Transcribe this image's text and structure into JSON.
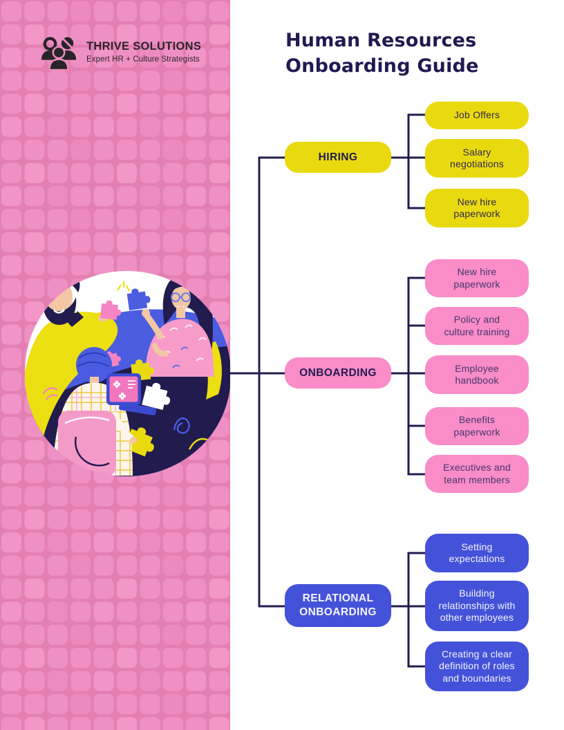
{
  "logo": {
    "name": "THRIVE SOLUTIONS",
    "tagline": "Expert HR + Culture Strategists",
    "icon": "three-people-icon"
  },
  "title": {
    "line1": "Human Resources",
    "line2": "Onboarding Guide"
  },
  "colors": {
    "accent_yellow": "#e9da10",
    "accent_pink": "#fa8cc8",
    "accent_blue": "#4452d9",
    "ink_navy": "#221b4e",
    "sidebar_pink": "#e37fb1",
    "sidebar_square_pink": "#ef90c5"
  },
  "tree": {
    "branches": [
      {
        "label": "HIRING",
        "children": [
          "Job Offers",
          "Salary\nnegotiations",
          "New hire\npaperwork"
        ]
      },
      {
        "label": "ONBOARDING",
        "children": [
          "New hire\npaperwork",
          "Policy and\nculture training",
          "Employee\nhandbook",
          "Benefits\npaperwork",
          "Executives and\nteam members"
        ]
      },
      {
        "label": "RELATIONAL\nONBOARDING",
        "children": [
          "Setting\nexpectations",
          "Building\nrelationships with\nother employees",
          "Creating a clear\ndefinition of roles\nand boundaries"
        ]
      }
    ]
  }
}
